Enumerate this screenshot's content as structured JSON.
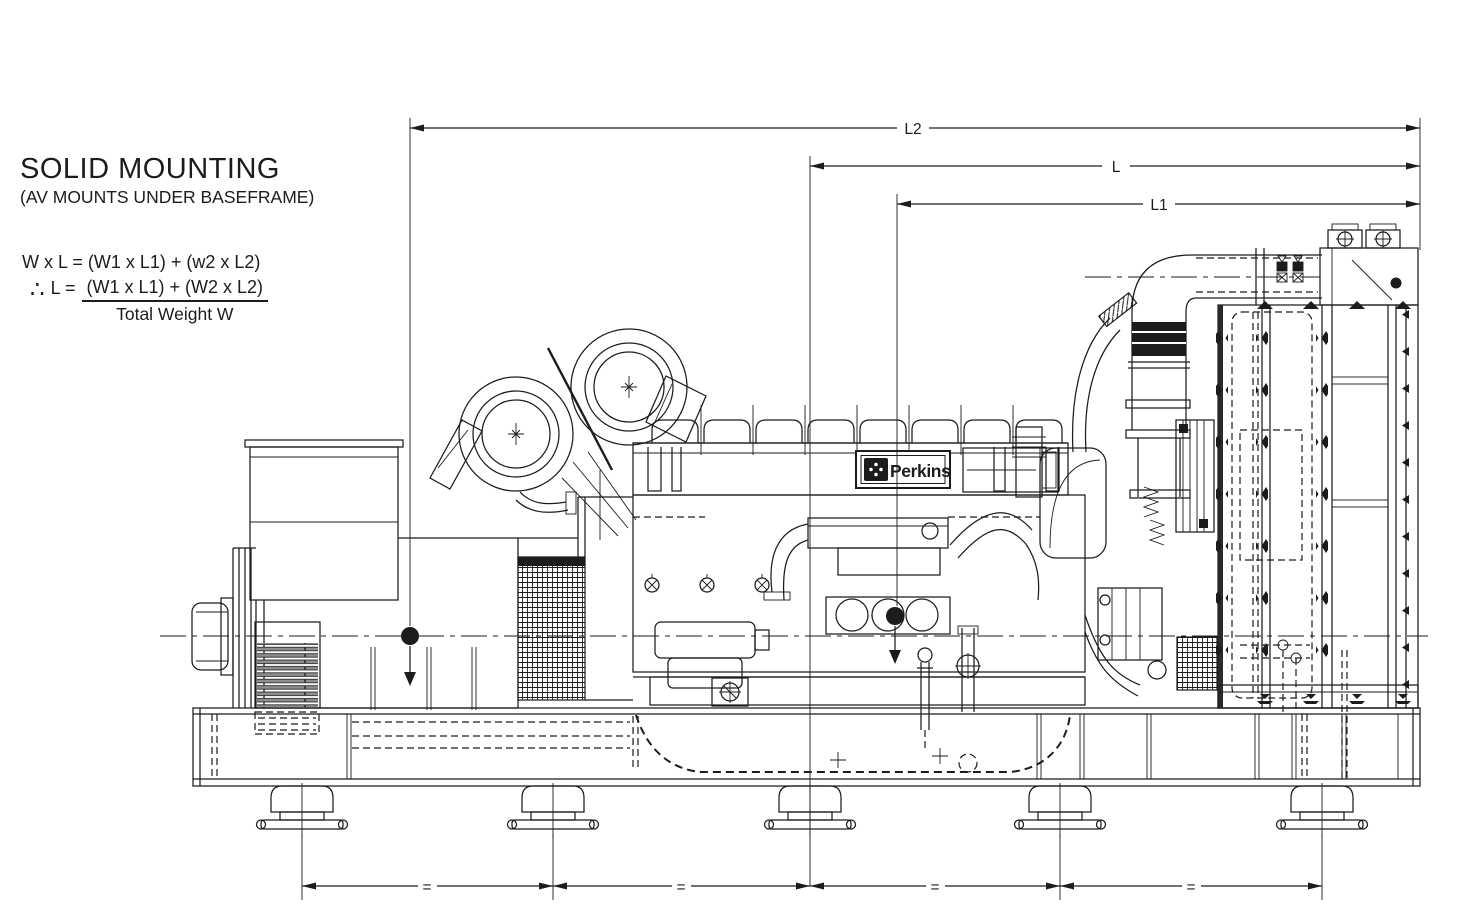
{
  "title": {
    "line1": "SOLID MOUNTING",
    "line2": "(AV MOUNTS UNDER BASEFRAME)"
  },
  "formula": {
    "line1": "W x L = (W1 x L1) + (w2 x L2)",
    "therefore": "∴",
    "lhs": "L =",
    "numerator": "(W1 x L1) + (W2 x L2)",
    "denominator": "Total Weight W"
  },
  "dimension_labels": {
    "overall": "L2",
    "to_mount": "L",
    "to_engine_cg": "L1"
  },
  "equal_spans": [
    "=",
    "=",
    "=",
    "="
  ],
  "engine_badge": {
    "brand": "Perkins"
  },
  "markers": {
    "cg_symbol": "filled-circle-with-down-arrow",
    "mount_feet_count": "5"
  },
  "colors": {
    "ink": "#1c1c1c",
    "paper": "#ffffff",
    "louver_fill": "#8e8e8e"
  }
}
